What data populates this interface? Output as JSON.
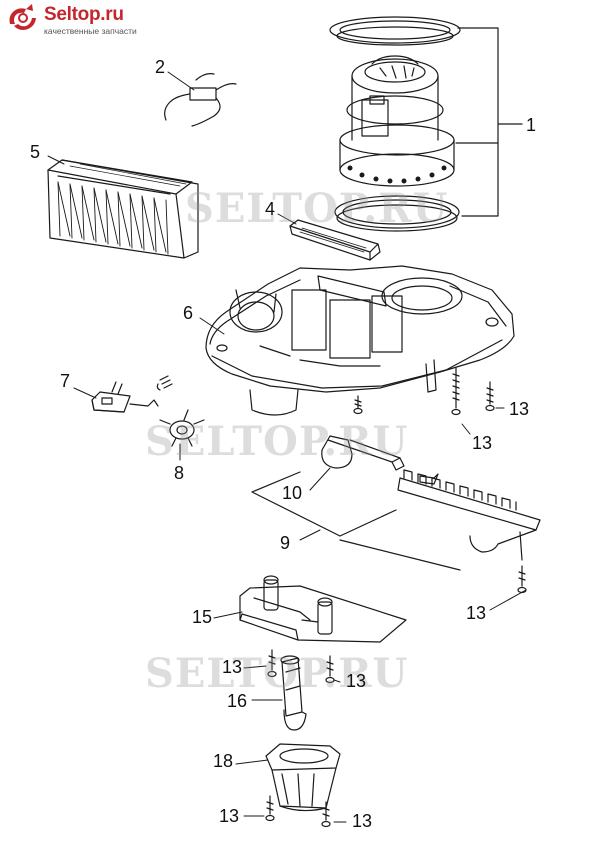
{
  "brand": {
    "name": "Seltop.ru",
    "tagline": "качественные запчасти",
    "color": "#c4262e"
  },
  "watermark_text": "SELTOP.RU",
  "callouts": [
    "1",
    "2",
    "4",
    "5",
    "6",
    "7",
    "8",
    "9",
    "10",
    "13",
    "13",
    "13",
    "13",
    "13",
    "13",
    "13",
    "15",
    "16",
    "18"
  ]
}
